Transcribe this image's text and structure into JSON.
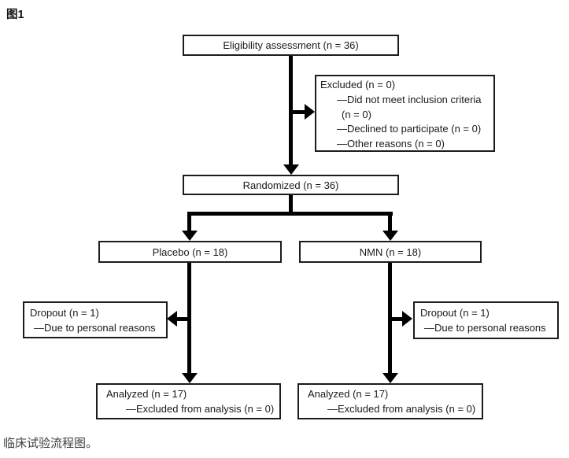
{
  "figure_label": "图1",
  "caption": "临床试验流程图。",
  "colors": {
    "line": "#000000",
    "box_border": "#1c1c1c",
    "background": "#ffffff",
    "text": "#1a1a1a"
  },
  "flowchart": {
    "eligibility": {
      "label": "Eligibility assessment (n = 36)"
    },
    "excluded": {
      "title": "Excluded (n = 0)",
      "items": [
        "—Did not meet inclusion criteria (n = 0)",
        "—Declined to participate (n = 0)",
        "—Other reasons (n = 0)"
      ]
    },
    "randomized": {
      "label": "Randomized (n = 36)"
    },
    "placebo": {
      "label": "Placebo (n = 18)"
    },
    "nmn": {
      "label": "NMN (n = 18)"
    },
    "dropout_left": {
      "title": "Dropout (n = 1)",
      "items": [
        "—Due to personal reasons"
      ]
    },
    "dropout_right": {
      "title": "Dropout (n = 1)",
      "items": [
        "—Due to personal reasons"
      ]
    },
    "analyzed_left": {
      "title": "Analyzed (n = 17)",
      "items": [
        "—Excluded from analysis (n = 0)"
      ]
    },
    "analyzed_right": {
      "title": "Analyzed (n = 17)",
      "items": [
        "—Excluded from analysis (n = 0)"
      ]
    }
  }
}
